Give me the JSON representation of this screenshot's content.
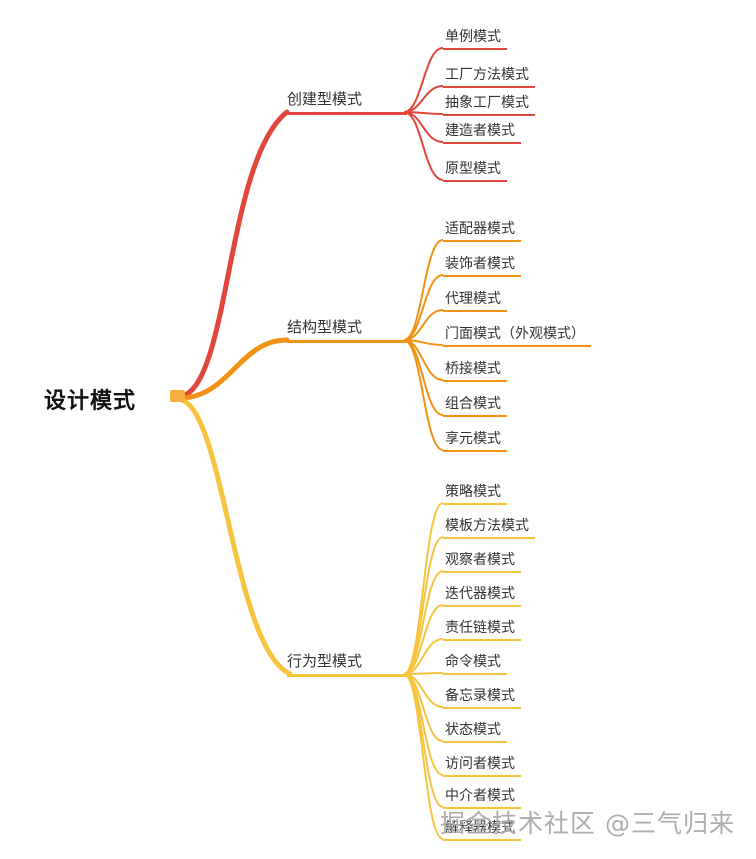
{
  "title": "设计模式",
  "root": {
    "label": "设计模式"
  },
  "branches": [
    {
      "label": "创建型模式",
      "color": "#e0463c",
      "children": [
        "单例模式",
        "工厂方法模式",
        "抽象工厂模式",
        "建造者模式",
        "原型模式"
      ]
    },
    {
      "label": "结构型模式",
      "color": "#f29214",
      "children": [
        "适配器模式",
        "装饰者模式",
        "代理模式",
        "门面模式（外观模式）",
        "桥接模式",
        "组合模式",
        "享元模式"
      ]
    },
    {
      "label": "行为型模式",
      "color": "#f7c440",
      "children": [
        "策略模式",
        "模板方法模式",
        "观察者模式",
        "迭代器模式",
        "责任链模式",
        "命令模式",
        "备忘录模式",
        "状态模式",
        "访问者模式",
        "中介者模式",
        "解释器模式"
      ]
    }
  ],
  "colors": {
    "marker": "#f7b03d",
    "text": "#333333",
    "watermark": "#a9a9a9",
    "background": "#ffffff"
  },
  "watermark": "掘金技术社区 @三气归来"
}
